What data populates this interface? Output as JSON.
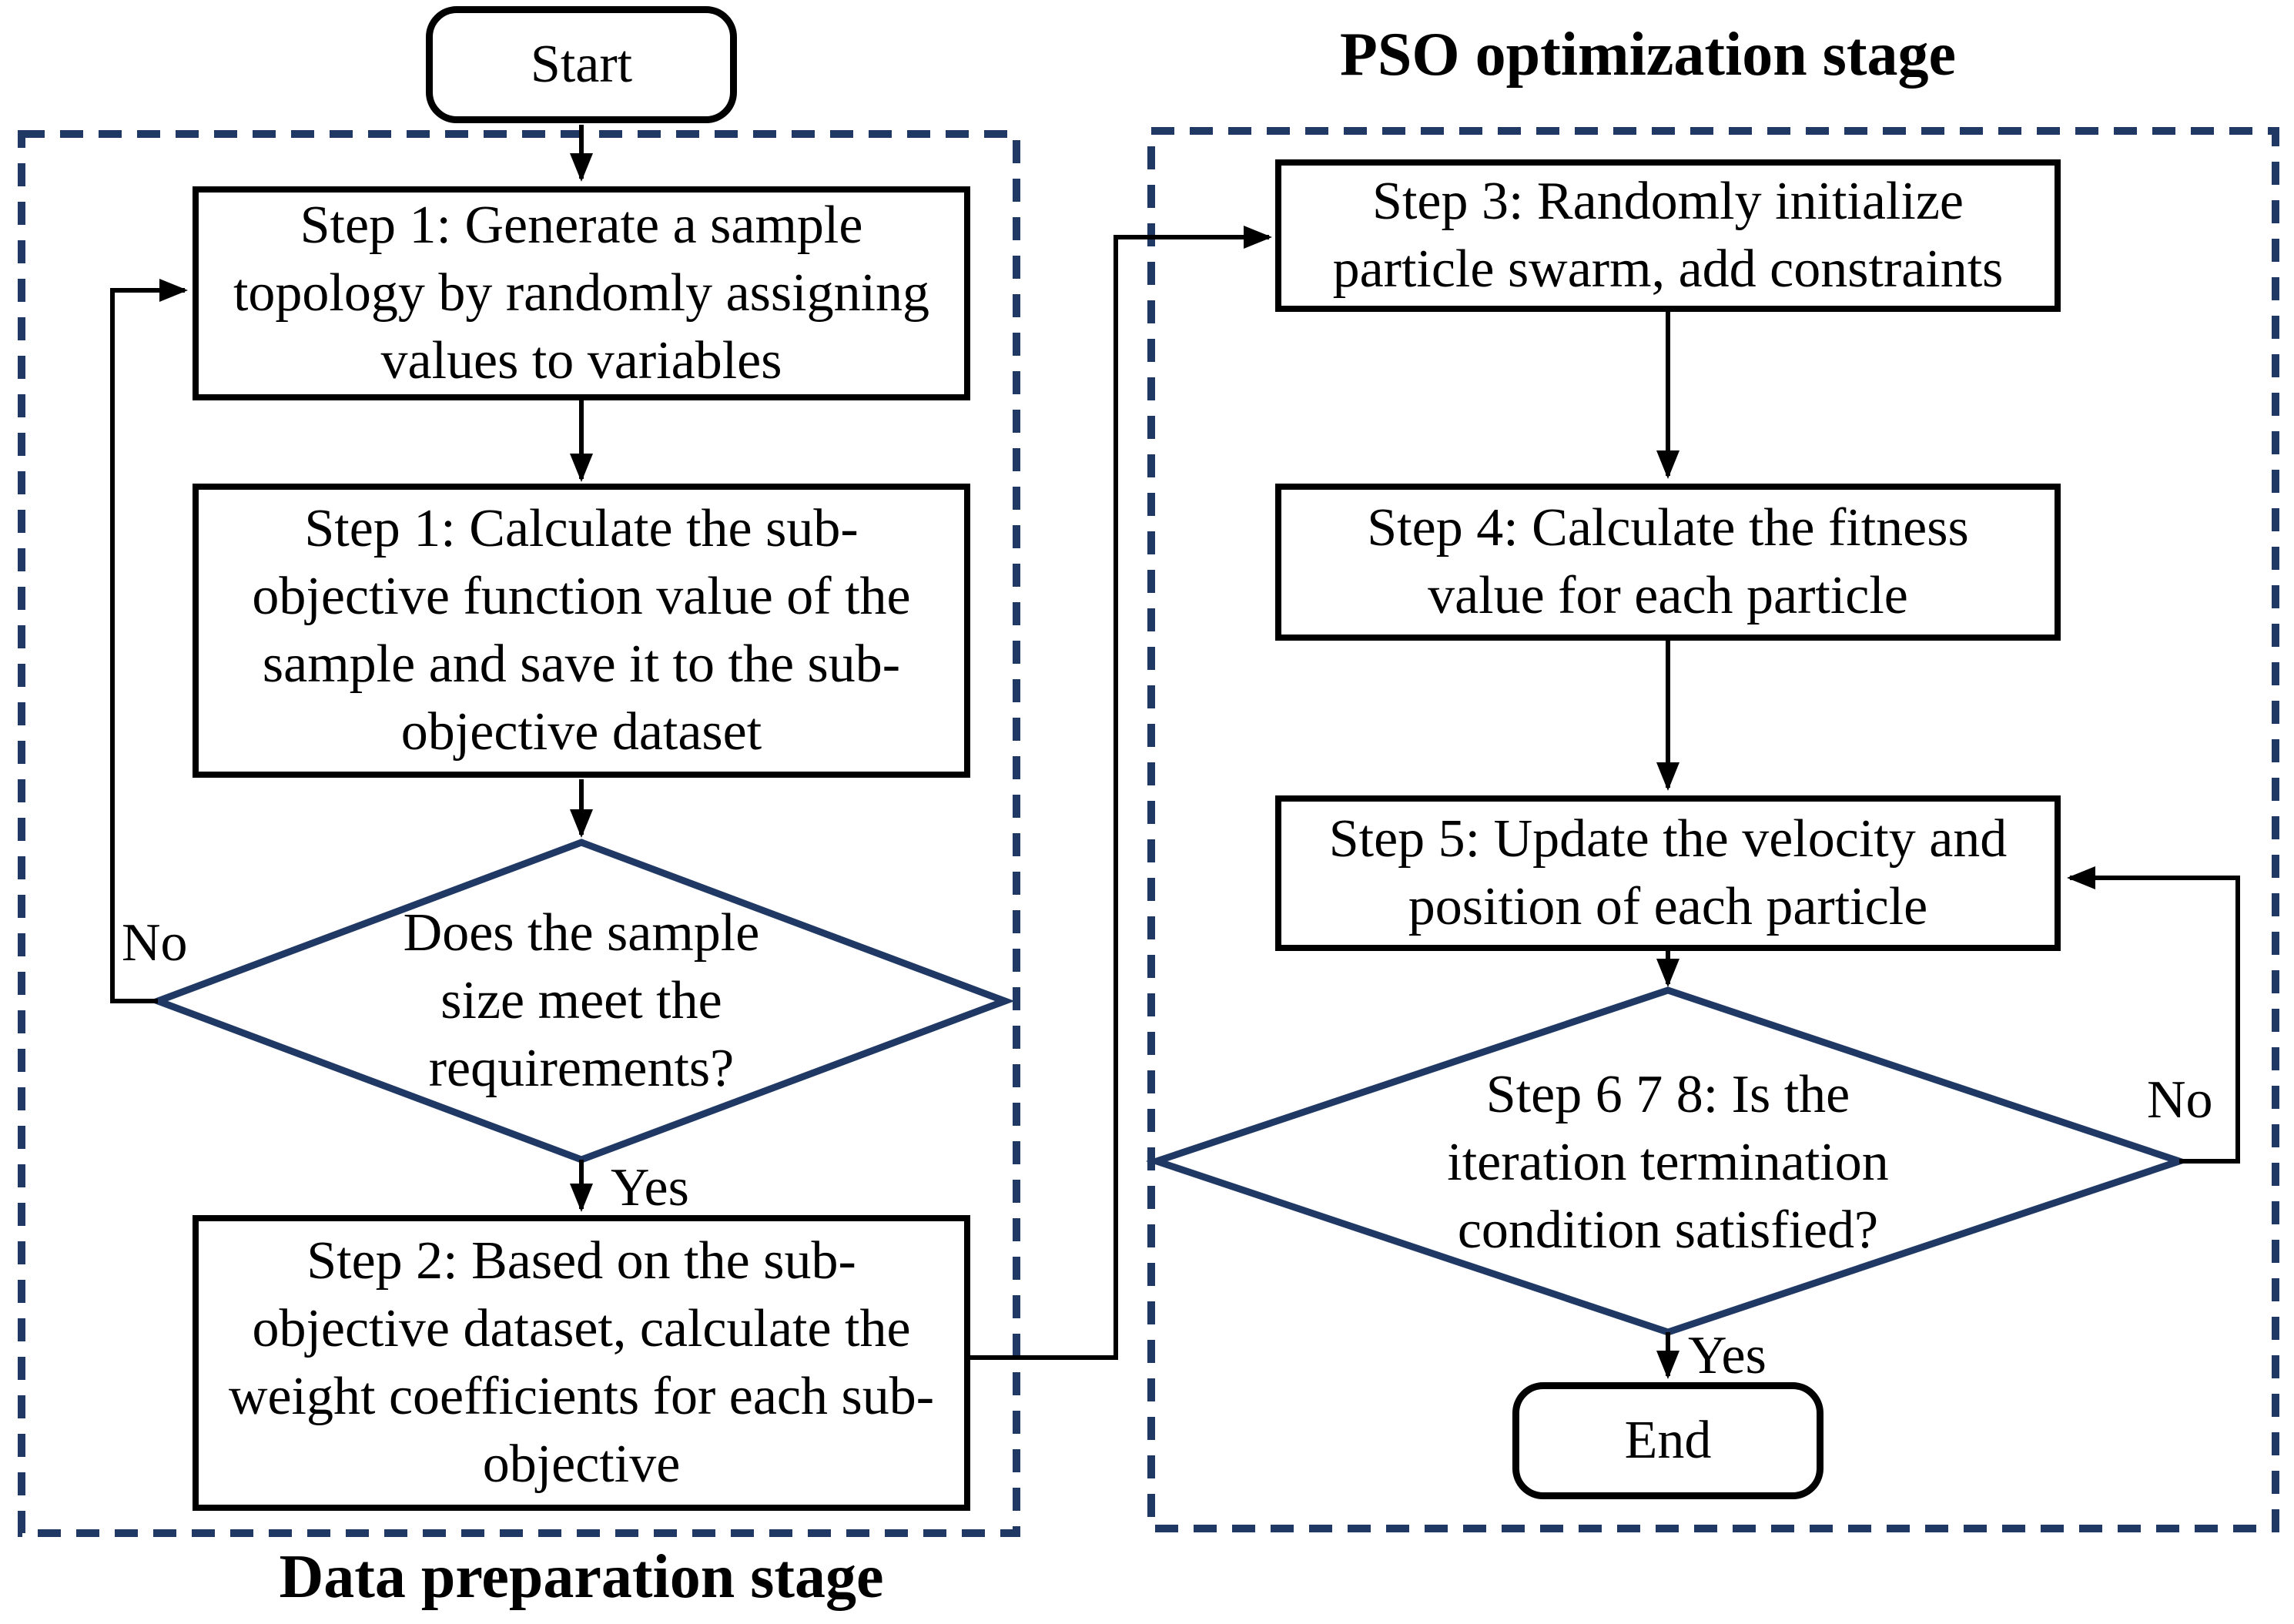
{
  "figure": {
    "colors": {
      "stage_border_navy": "#203864",
      "diamond_border_navy": "#203864",
      "line_black": "#000000",
      "background": "#ffffff"
    },
    "left_stage": {
      "caption": "Data preparation stage",
      "start_label": "Start",
      "step1_generate": "Step 1: Generate a sample\ntopology by randomly assigning\nvalues to variables",
      "step1_calculate": "Step 1: Calculate the sub-\nobjective function value of the\nsample and save it to the sub-\nobjective dataset",
      "decision_sample_size": "Does the sample\nsize meet the\nrequirements?",
      "decision_no_label": "No",
      "decision_yes_label": "Yes",
      "step2_weights": "Step 2: Based on the sub-\nobjective dataset, calculate the\nweight coefficients for each sub-\nobjective"
    },
    "right_stage": {
      "caption": "PSO optimization stage",
      "step3_initialize": "Step 3: Randomly initialize\nparticle swarm, add constraints",
      "step4_fitness": "Step 4: Calculate the fitness\nvalue for each particle",
      "step5_update": "Step 5: Update the velocity and\nposition of each particle",
      "decision_termination": "Step 6 7 8: Is the\niteration termination\ncondition satisfied?",
      "decision_no_label": "No",
      "decision_yes_label": "Yes",
      "end_label": "End"
    }
  }
}
